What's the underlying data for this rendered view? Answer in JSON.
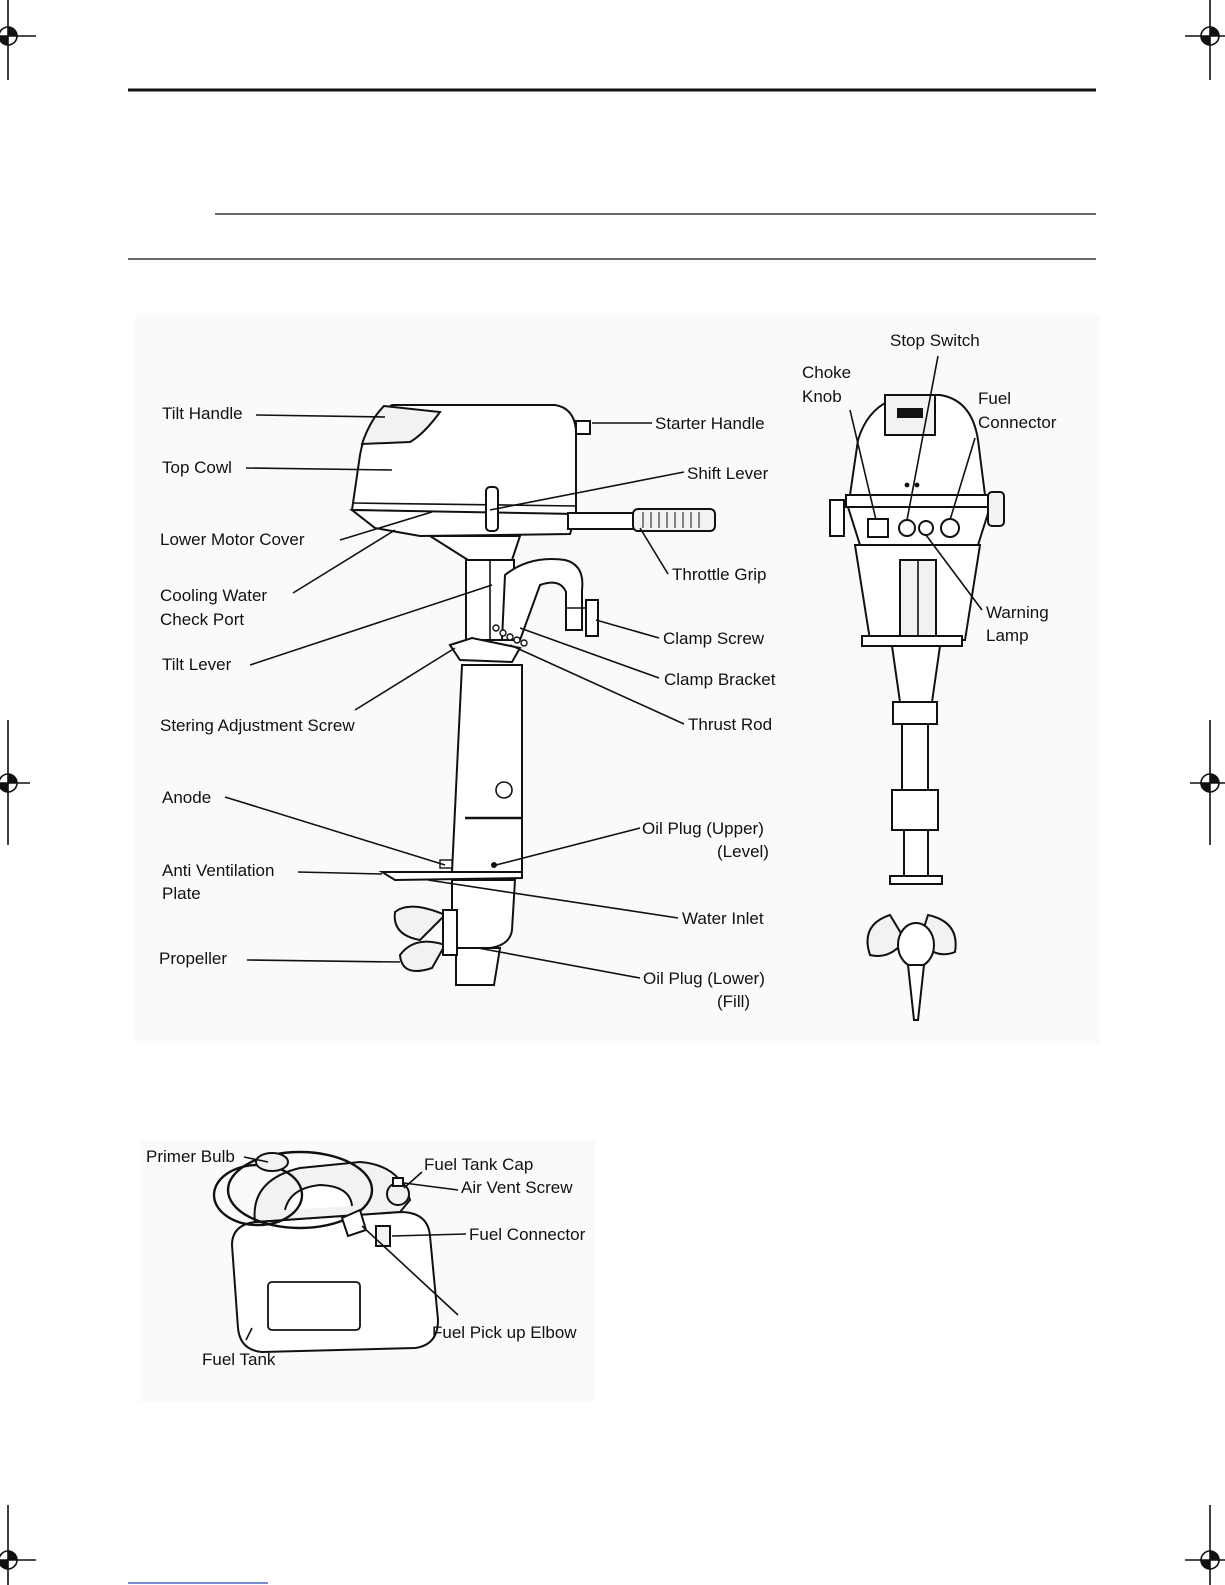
{
  "outboard_side_labels": {
    "tilt_handle": "Tilt Handle",
    "top_cowl": "Top Cowl",
    "lower_motor_cover": "Lower Motor Cover",
    "cooling_water_1": "Cooling Water",
    "cooling_water_2": "Check Port",
    "tilt_lever": "Tilt Lever",
    "stering_adjustment_screw": "Stering Adjustment Screw",
    "anode": "Anode",
    "anti_ventilation_1": "Anti Ventilation",
    "anti_ventilation_2": "Plate",
    "propeller": "Propeller",
    "starter_handle": "Starter Handle",
    "shift_lever": "Shift Lever",
    "throttle_grip": "Throttle Grip",
    "clamp_screw": "Clamp Screw",
    "clamp_bracket": "Clamp Bracket",
    "thrust_rod": "Thrust Rod",
    "oil_plug_upper_1": "Oil Plug (Upper)",
    "oil_plug_upper_2": "(Level)",
    "water_inlet": "Water Inlet",
    "oil_plug_lower_1": "Oil Plug (Lower)",
    "oil_plug_lower_2": "(Fill)"
  },
  "outboard_front_labels": {
    "stop_switch": "Stop Switch",
    "choke_knob_1": "Choke",
    "choke_knob_2": "Knob",
    "fuel_connector_1": "Fuel",
    "fuel_connector_2": "Connector",
    "warning_lamp_1": "Warning",
    "warning_lamp_2": "Lamp"
  },
  "fuel_tank_labels": {
    "primer_bulb": "Primer Bulb",
    "fuel_tank_cap": "Fuel Tank Cap",
    "air_vent_screw": "Air Vent Screw",
    "fuel_connector": "Fuel Connector",
    "fuel_pick_up_elbow": "Fuel Pick up Elbow",
    "fuel_tank": "Fuel Tank"
  }
}
